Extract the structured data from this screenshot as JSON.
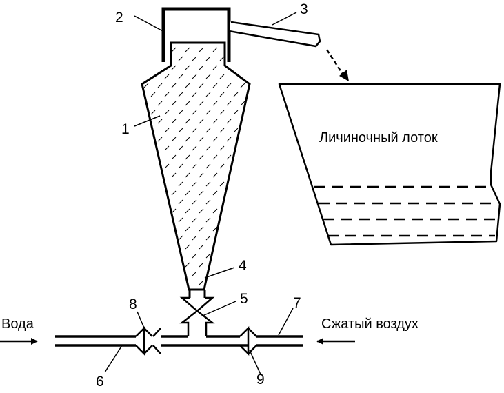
{
  "diagram": {
    "tray_label": "Личиночный лоток",
    "water_label": "Вода",
    "air_label": "Сжатый воздух",
    "parts": {
      "cone": "1",
      "cap": "2",
      "spout": "3",
      "neck": "4",
      "valve_vertical": "5",
      "pipe_left": "6",
      "pipe_right": "7",
      "valve_left": "8",
      "valve_right": "9"
    },
    "colors": {
      "stroke": "#000000",
      "background": "#ffffff"
    }
  }
}
